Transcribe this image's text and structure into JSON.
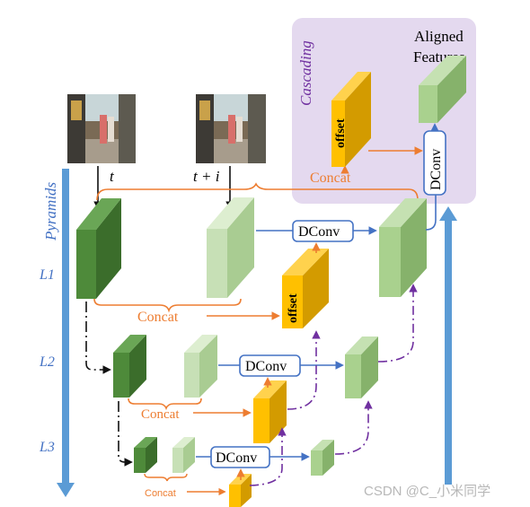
{
  "labels": {
    "pyramids": "Pyramids",
    "cascading": "Cascading",
    "aligned_line1": "Aligned",
    "aligned_line2": "Features",
    "frame_t": "t",
    "frame_ti": "t + i",
    "level1": "L1",
    "level2": "L2",
    "level3": "L3",
    "concat_cascade": "Concat",
    "concat_l1": "Concat",
    "concat_l2": "Concat",
    "concat_l3": "Concat",
    "offset_cascade": "offset",
    "offset_l1": "offset",
    "dconv_l1": "DConv",
    "dconv_l2": "DConv",
    "dconv_l3": "DConv",
    "dconv_cascade": "DConv",
    "watermark": "CSDN @C_小米同学"
  },
  "colors": {
    "dark_green": "#4e8a3a",
    "light_green": "#c3ddb1",
    "mid_green": "#9dc98a",
    "offset_yellow": "#f5b51a",
    "arrow_blue": "#4472c4",
    "side_bar_blue": "#5b9bd5",
    "concat_orange": "#ed7d31",
    "purple_dash": "#7030a0",
    "cascade_bg": "#e4d9ef"
  }
}
